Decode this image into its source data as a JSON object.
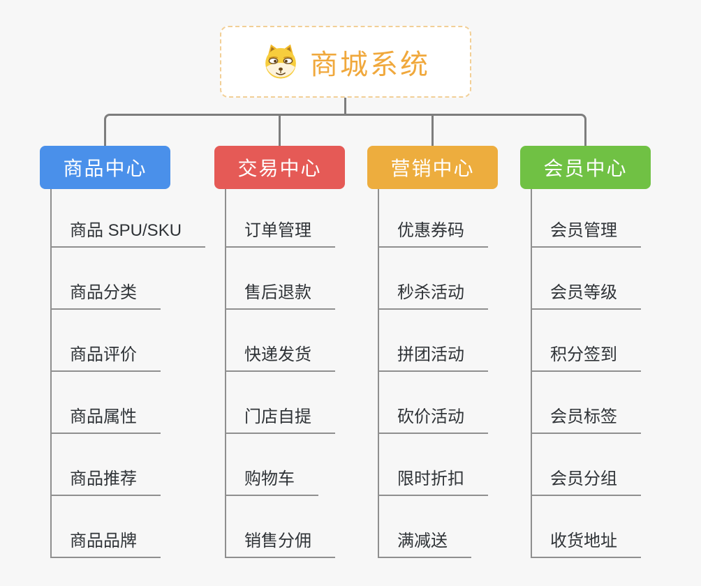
{
  "root": {
    "title": "商城系统",
    "icon": "doge-icon"
  },
  "branches": [
    {
      "label": "商品中心",
      "color": "#4a90ea",
      "children": [
        "商品 SPU/SKU",
        "商品分类",
        "商品评价",
        "商品属性",
        "商品推荐",
        "商品品牌"
      ]
    },
    {
      "label": "交易中心",
      "color": "#e55a56",
      "children": [
        "订单管理",
        "售后退款",
        "快递发货",
        "门店自提",
        "购物车",
        "销售分佣"
      ]
    },
    {
      "label": "营销中心",
      "color": "#edad3e",
      "children": [
        "优惠券码",
        "秒杀活动",
        "拼团活动",
        "砍价活动",
        "限时折扣",
        "满减送"
      ]
    },
    {
      "label": "会员中心",
      "color": "#70c144",
      "children": [
        "会员管理",
        "会员等级",
        "积分签到",
        "会员标签",
        "会员分组",
        "收货地址"
      ]
    }
  ],
  "colors": {
    "background": "#f7f7f7",
    "connector": "#7d7d7d",
    "underline": "#8f8f8f",
    "item_text": "#2f3337",
    "root_text": "#f0a83c",
    "root_border": "#f2cf96"
  }
}
